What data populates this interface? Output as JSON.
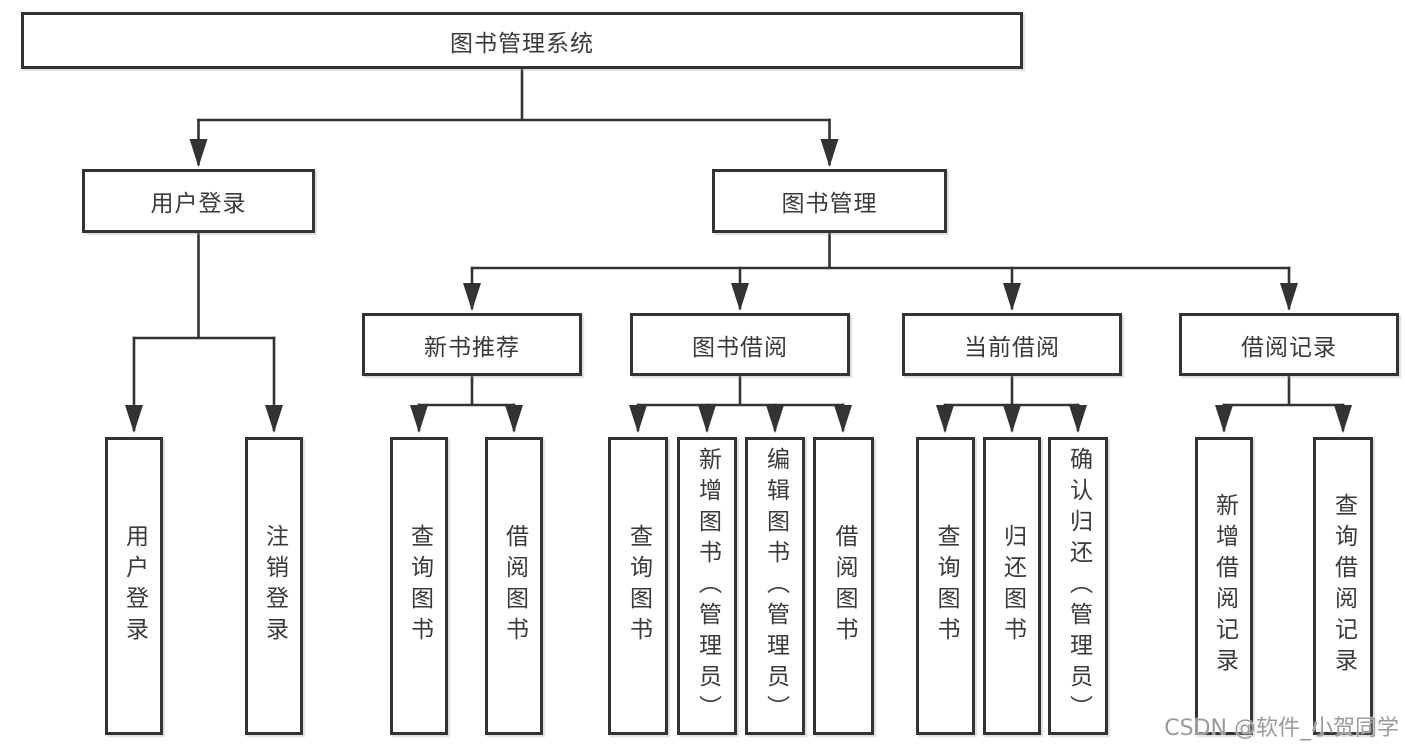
{
  "tree": {
    "root": {
      "label": "图书管理系统"
    },
    "branches": [
      {
        "label": "用户登录",
        "children": [
          {
            "label": "用户登录"
          },
          {
            "label": "注销登录"
          }
        ]
      },
      {
        "label": "图书管理",
        "children": [
          {
            "label": "新书推荐",
            "children": [
              {
                "label": "查询图书"
              },
              {
                "label": "借阅图书"
              }
            ]
          },
          {
            "label": "图书借阅",
            "children": [
              {
                "label": "查询图书"
              },
              {
                "label": "新增图书（管理员）"
              },
              {
                "label": "编辑图书（管理员）"
              },
              {
                "label": "借阅图书"
              }
            ]
          },
          {
            "label": "当前借阅",
            "children": [
              {
                "label": "查询图书"
              },
              {
                "label": "归还图书"
              },
              {
                "label": "确认归还（管理员）"
              }
            ]
          },
          {
            "label": "借阅记录",
            "children": [
              {
                "label": "新增借阅记录"
              },
              {
                "label": "查询借阅记录"
              }
            ]
          }
        ]
      }
    ]
  },
  "watermark": {
    "text": "CSDN @软件_小贺同学",
    "color": "#9b9b9b"
  },
  "colors": {
    "line": "#333333",
    "box_border": "#333333",
    "box_background": "#ffffff",
    "text": "#3a3a3a",
    "page_background": "#ffffff"
  }
}
